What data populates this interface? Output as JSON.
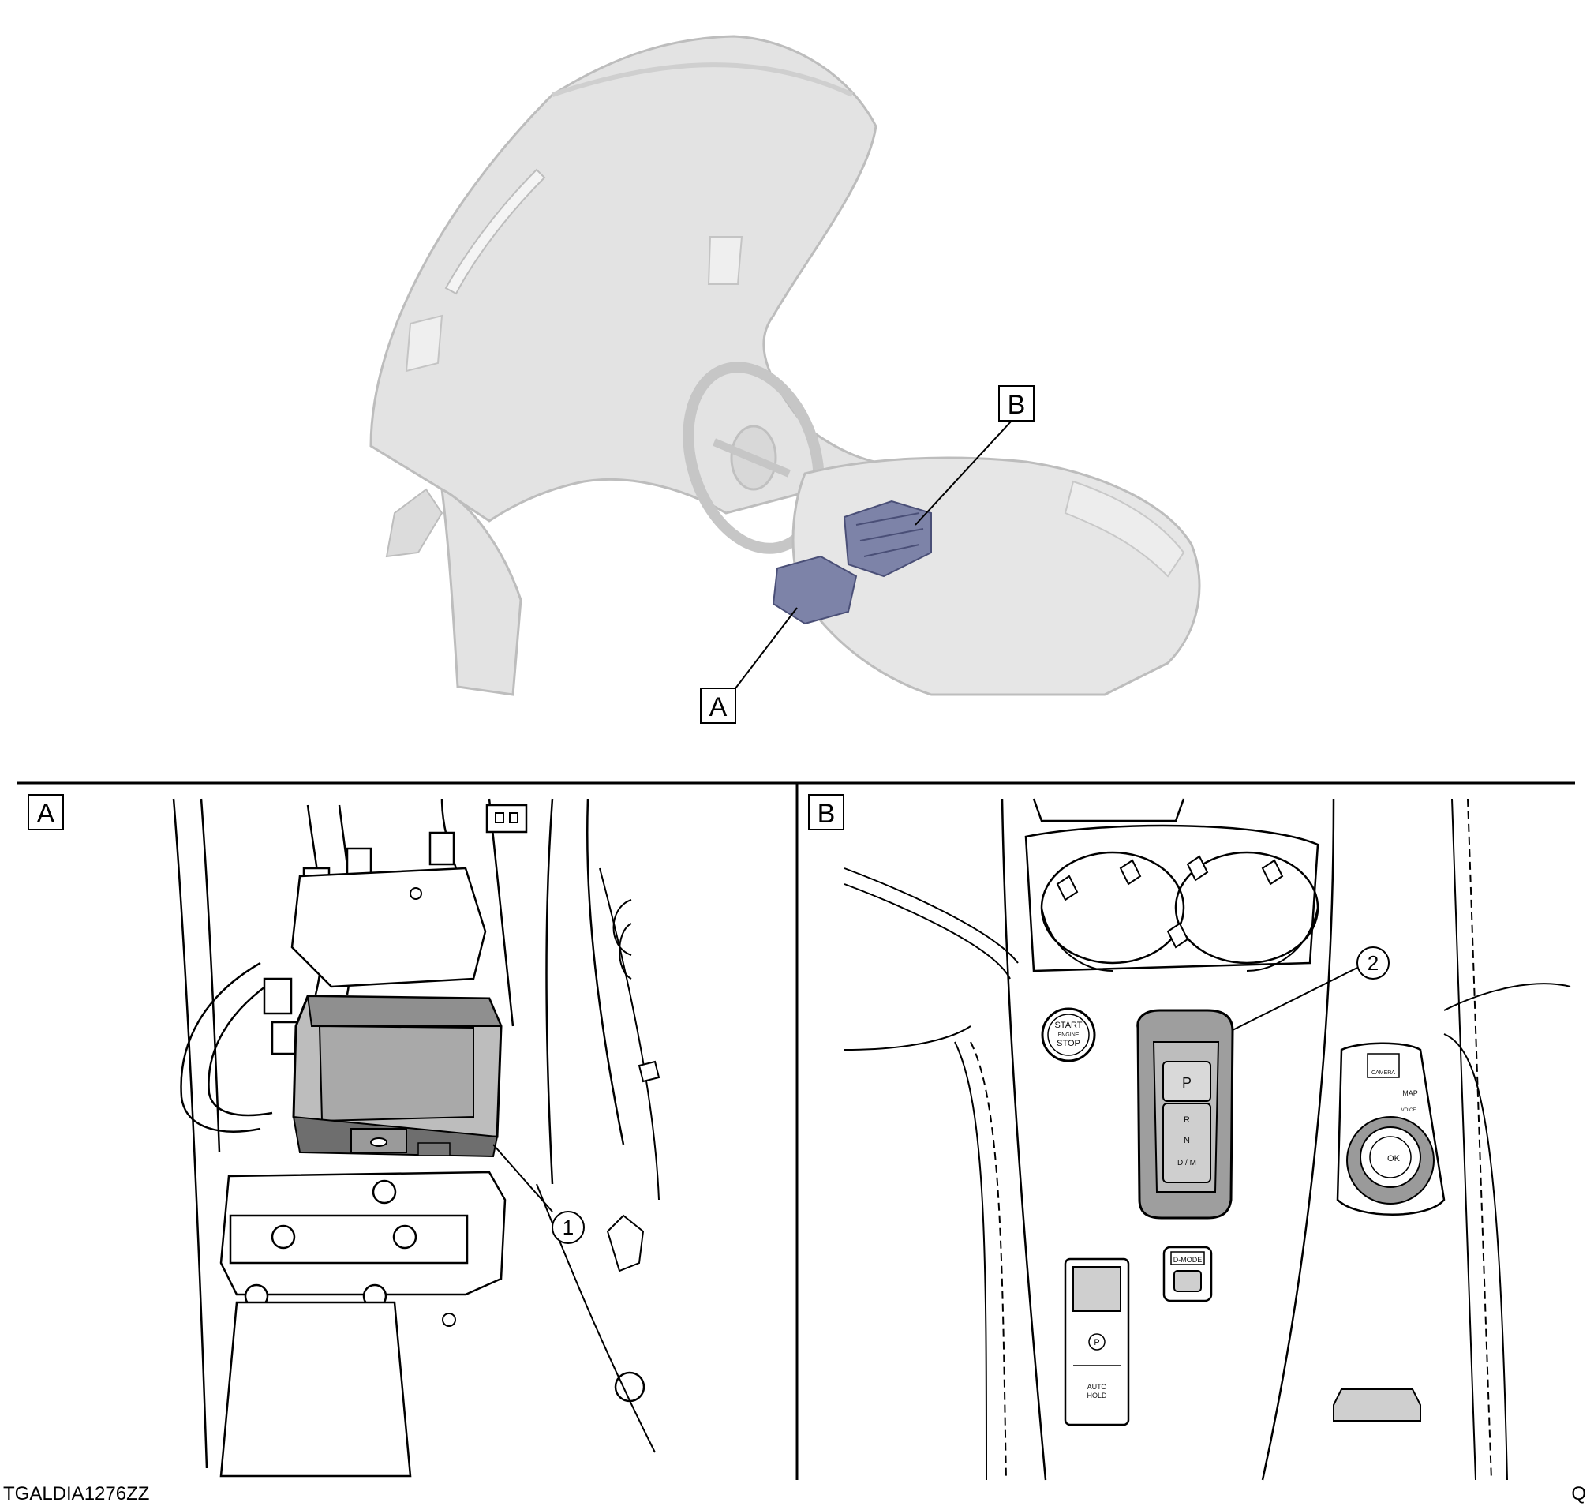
{
  "overview": {
    "callout_a": "A",
    "callout_b": "B"
  },
  "panel_a": {
    "label": "A",
    "item_number": "1"
  },
  "panel_b": {
    "label": "B",
    "item_number": "2",
    "start_button": {
      "line1": "START",
      "line2": "ENGINE",
      "line3": "STOP"
    },
    "shifter": {
      "p": "P",
      "r": "R",
      "n": "N",
      "dm": "D / M"
    },
    "d_mode": "D-MODE",
    "auto_hold": {
      "line1": "AUTO",
      "line2": "HOLD"
    },
    "parking_symbol": "P",
    "controller": {
      "camera": "CAMERA",
      "map": "MAP",
      "voice": "VOICE",
      "ok": "OK"
    }
  },
  "footer": {
    "code": "TGALDIA1276ZZ",
    "corner": "Q"
  },
  "colors": {
    "dashboard": "#e3e3e3",
    "dashboard_edge": "#bdbdbd",
    "module": "#7d83a8",
    "line": "#000000"
  }
}
